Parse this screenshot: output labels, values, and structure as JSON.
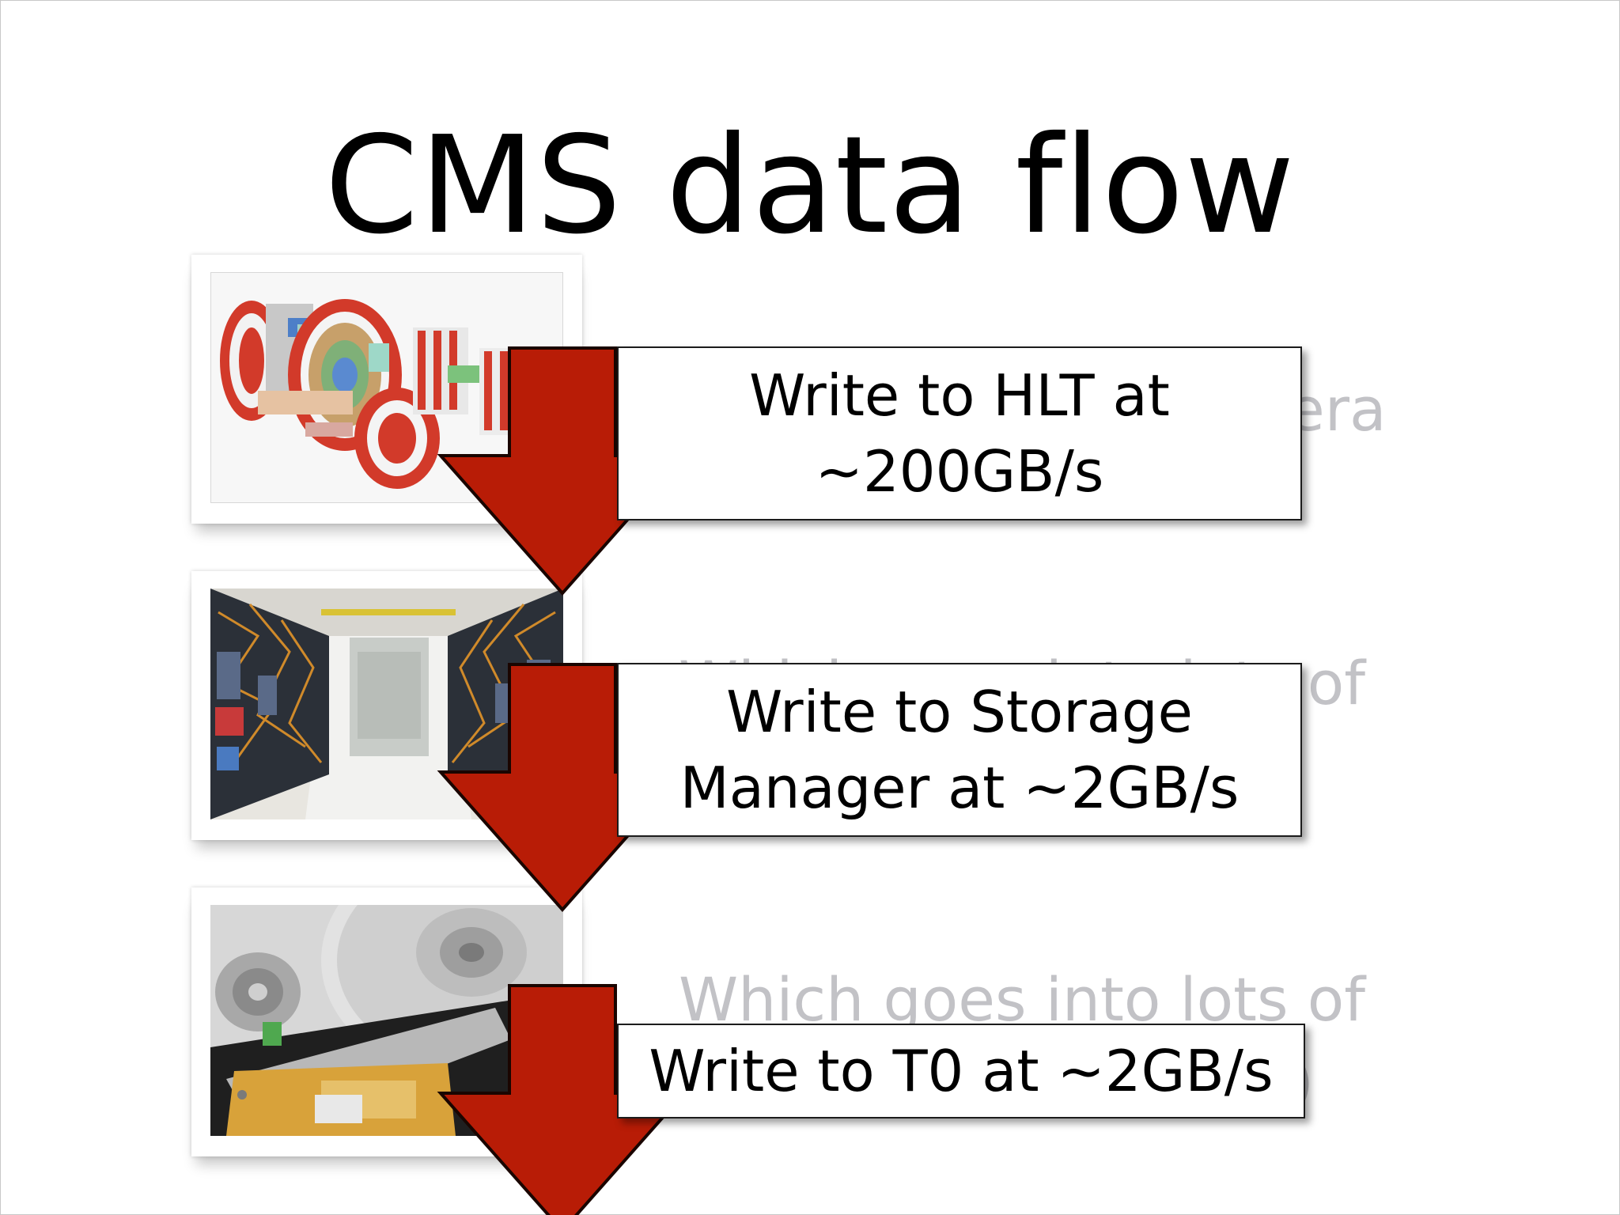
{
  "slide": {
    "title": "CMS data flow",
    "background_texts": [
      "era",
      "Which goes into lots of",
      "r)"
    ],
    "steps": [
      {
        "line1": "Write to HLT at",
        "line2": "~200GB/s"
      },
      {
        "line1": "Write to Storage",
        "line2": "Manager at ~2GB/s"
      },
      {
        "line1": "Write to T0 at ~2GB/s",
        "line2": ""
      }
    ],
    "photos": [
      {
        "subject": "CMS detector exploded view"
      },
      {
        "subject": "server racks aisle"
      },
      {
        "subject": "open hard disk drive"
      }
    ]
  },
  "colors": {
    "arrow_fill": "#b81c06",
    "arrow_stroke": "#1a0500",
    "faded_text": "#c2c2c6",
    "box_border": "#1c1c1c"
  }
}
